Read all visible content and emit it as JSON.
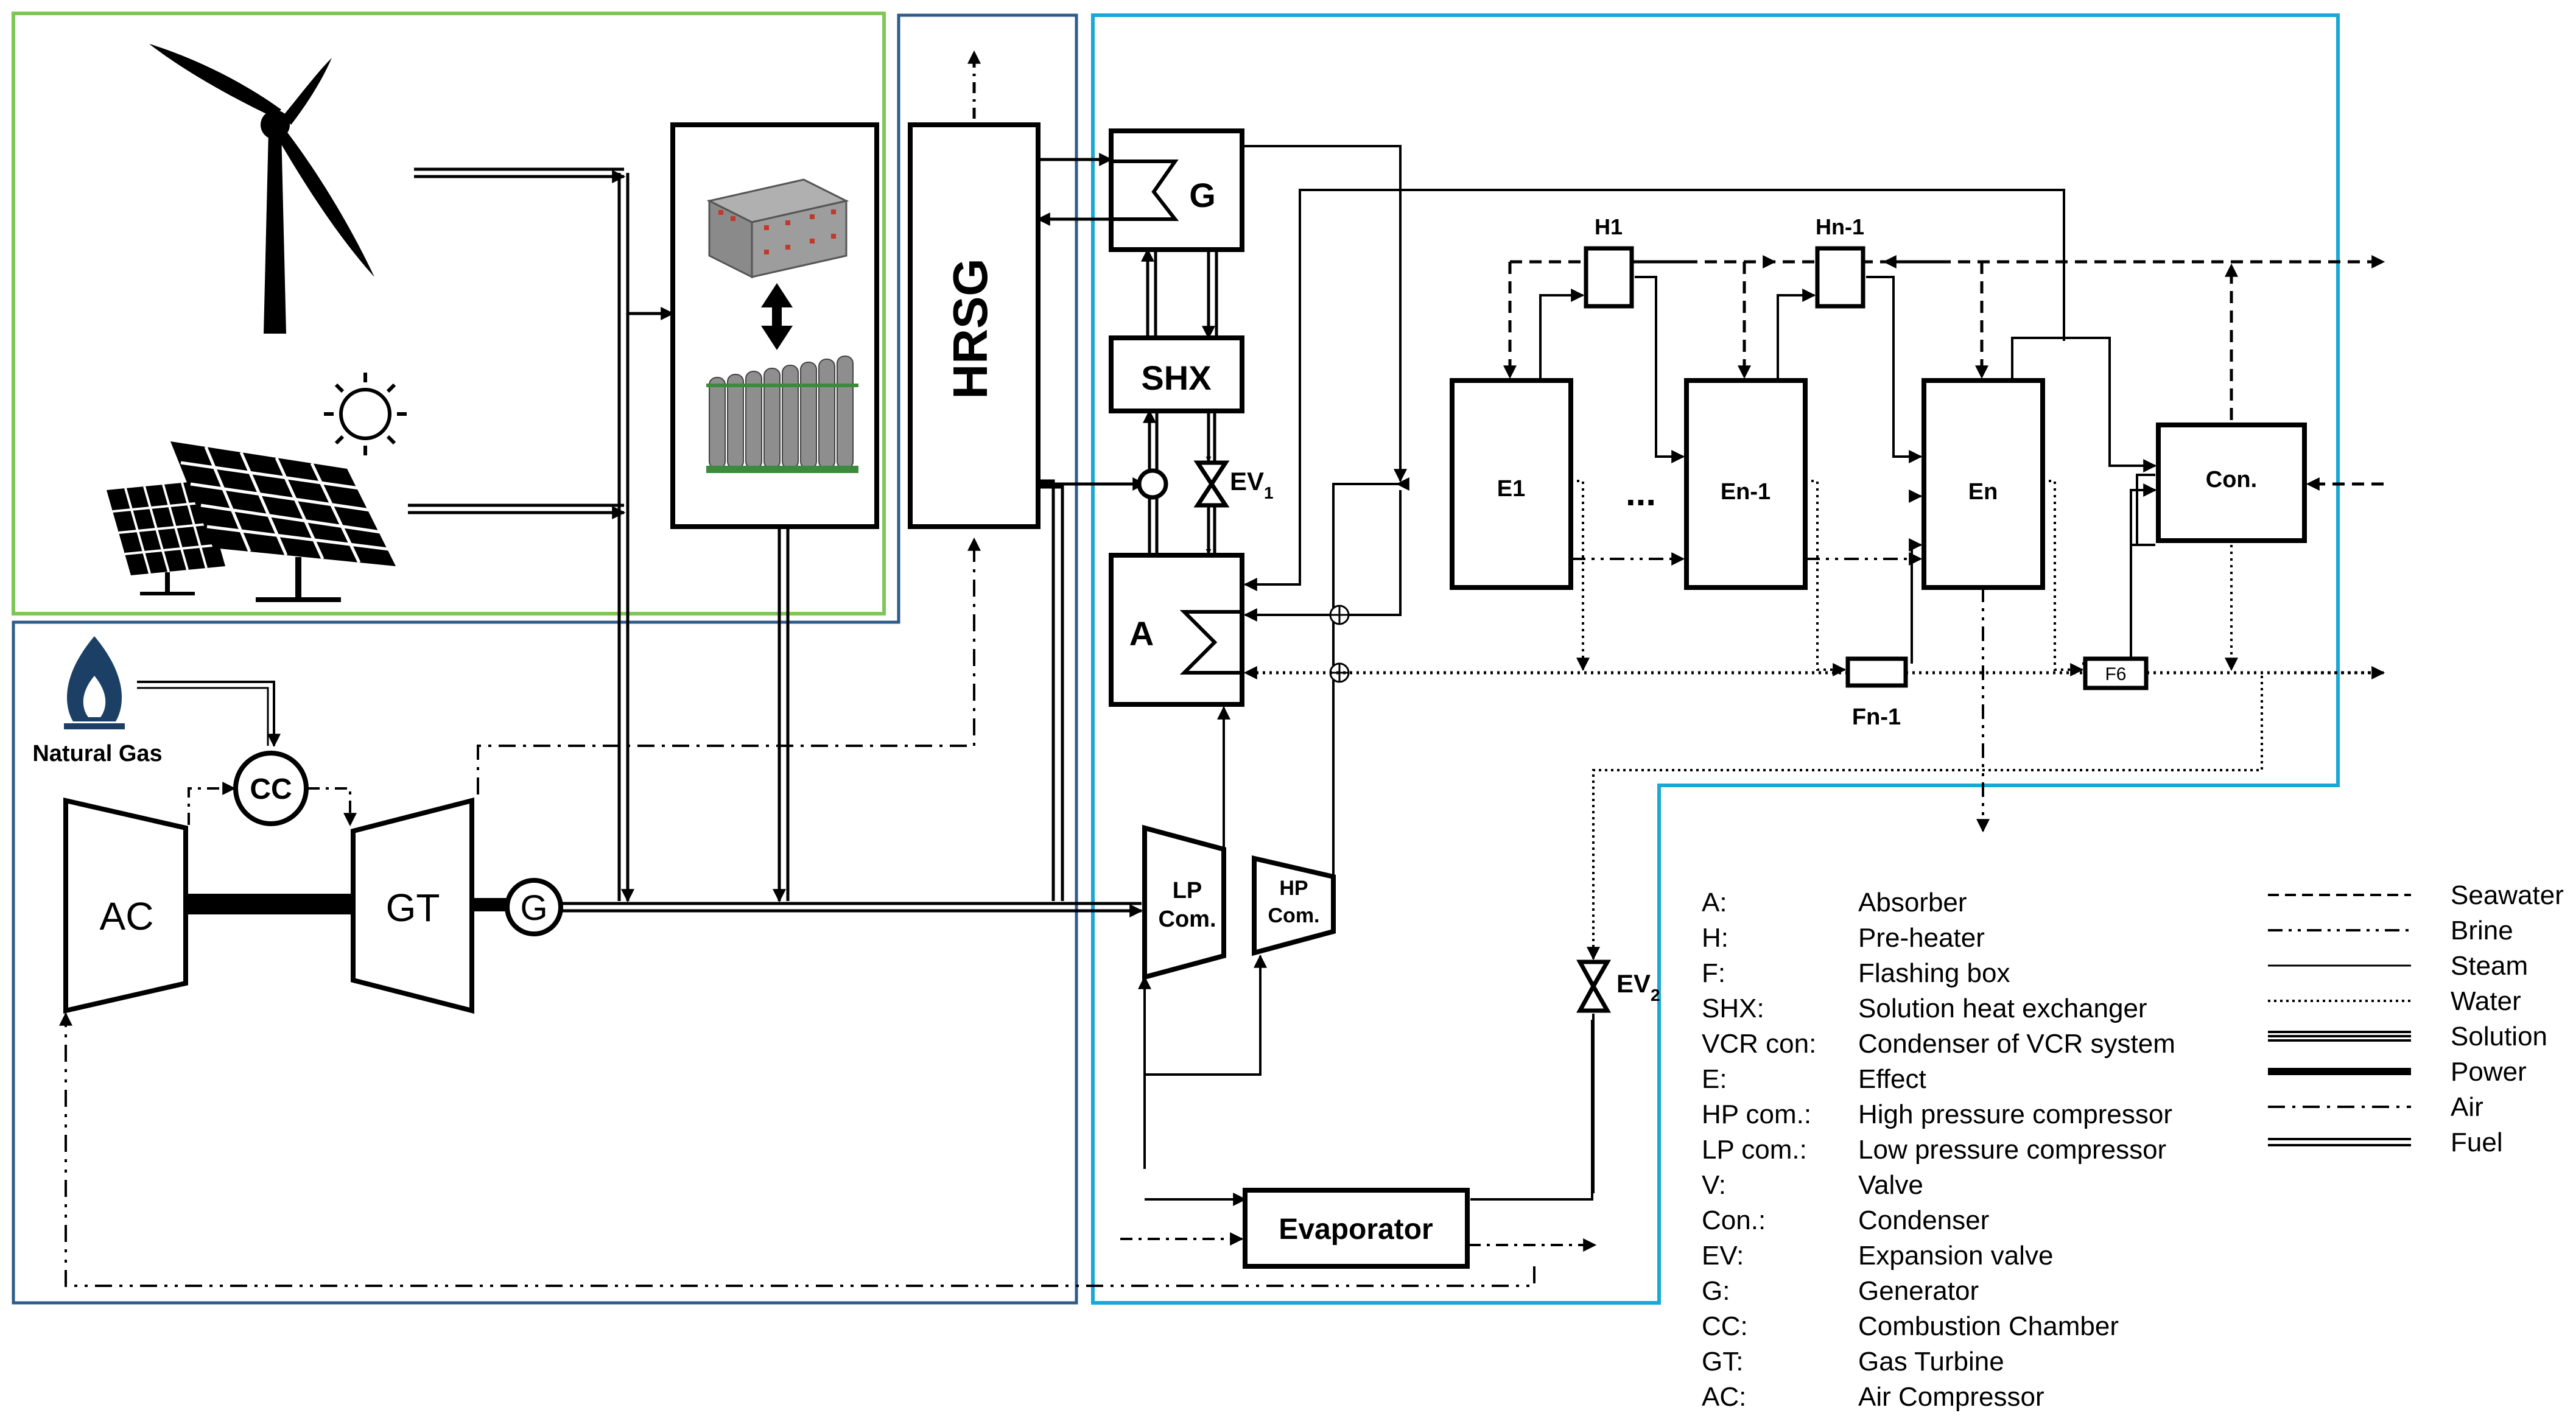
{
  "components": {
    "hrsg": "HRSG",
    "generator_box": "G",
    "shx": "SHX",
    "ev1_main": "EV",
    "ev1_sub": "1",
    "absorber": "A",
    "lp_com_l1": "LP",
    "lp_com_l2": "Com.",
    "hp_com_l1": "HP",
    "hp_com_l2": "Com.",
    "evaporator": "Evaporator",
    "ev2_main": "EV",
    "ev2_sub": "2",
    "h1": "H1",
    "hn1": "Hn-1",
    "e1": "E1",
    "en1": "En-1",
    "en": "En",
    "dots": "...",
    "con": "Con.",
    "fn1": "Fn-1",
    "f6": "F6",
    "natural_gas": "Natural Gas",
    "cc": "CC",
    "ac": "AC",
    "gt": "GT",
    "g_gen": "G"
  },
  "abbreviations": [
    {
      "abbr": "A:",
      "desc": "Absorber"
    },
    {
      "abbr": "H:",
      "desc": "Pre-heater"
    },
    {
      "abbr": "F:",
      "desc": "Flashing box"
    },
    {
      "abbr": "SHX:",
      "desc": "Solution heat exchanger"
    },
    {
      "abbr": "VCR con:",
      "desc": "Condenser of VCR system"
    },
    {
      "abbr": "E:",
      "desc": "Effect"
    },
    {
      "abbr": "HP com.:",
      "desc": "High pressure compressor"
    },
    {
      "abbr": "LP com.:",
      "desc": "Low pressure compressor"
    },
    {
      "abbr": "V:",
      "desc": "Valve"
    },
    {
      "abbr": "Con.:",
      "desc": "Condenser"
    },
    {
      "abbr": "EV:",
      "desc": "Expansion valve"
    },
    {
      "abbr": "G:",
      "desc": "Generator"
    },
    {
      "abbr": "CC:",
      "desc": "Combustion Chamber"
    },
    {
      "abbr": "GT:",
      "desc": "Gas Turbine"
    },
    {
      "abbr": "AC:",
      "desc": "Air Compressor"
    }
  ],
  "line_legend": [
    {
      "name": "Seawater",
      "style": "dashed"
    },
    {
      "name": "Brine",
      "style": "dashdotdot"
    },
    {
      "name": "Steam",
      "style": "solid"
    },
    {
      "name": "Water",
      "style": "dotted"
    },
    {
      "name": "Solution",
      "style": "triple"
    },
    {
      "name": "Power",
      "style": "thick"
    },
    {
      "name": "Air",
      "style": "dashdot"
    },
    {
      "name": "Fuel",
      "style": "double"
    }
  ],
  "colors": {
    "renewable_border": "#7fc65a",
    "gas_turbine_border": "#2e5c8a",
    "desal_border": "#1aa7d6",
    "line": "#000000"
  }
}
